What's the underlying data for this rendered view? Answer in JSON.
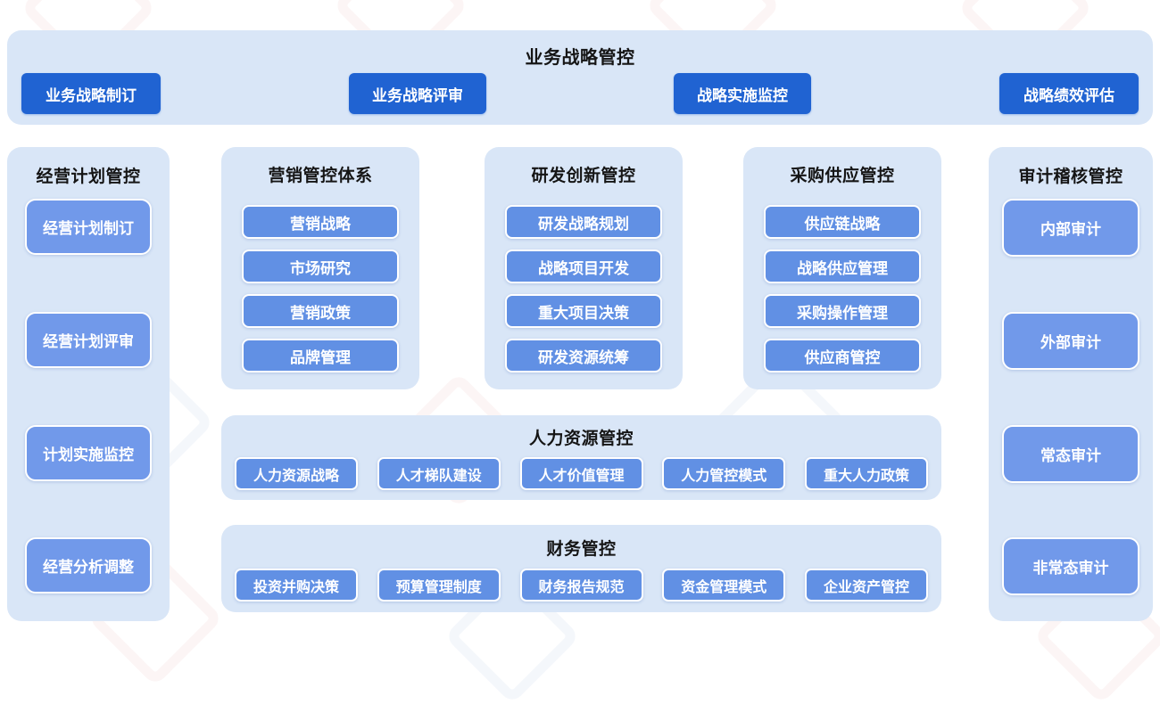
{
  "colors": {
    "panel_bg": "#d9e6f7",
    "dark_button": "#2063d2",
    "medium_button": "#6190e4",
    "light_button": "#7199ea",
    "button_text": "#ffffff",
    "title_text": "#151515",
    "watermark_pink": "#e09a9a",
    "watermark_blue": "#8fb2dc"
  },
  "top_banner": {
    "title": "业务战略管控",
    "buttons": [
      "业务战略制订",
      "业务战略评审",
      "战略实施监控",
      "战略绩效评估"
    ]
  },
  "left_column": {
    "title": "经营计划管控",
    "items": [
      "经营计划制订",
      "经营计划评审",
      "计划实施监控",
      "经营分析调整"
    ]
  },
  "middle_columns": [
    {
      "title": "营销管控体系",
      "items": [
        "营销战略",
        "市场研究",
        "营销政策",
        "品牌管理"
      ]
    },
    {
      "title": "研发创新管控",
      "items": [
        "研发战略规划",
        "战略项目开发",
        "重大项目决策",
        "研发资源统筹"
      ]
    },
    {
      "title": "采购供应管控",
      "items": [
        "供应链战略",
        "战略供应管理",
        "采购操作管理",
        "供应商管控"
      ]
    }
  ],
  "bands": [
    {
      "title": "人力资源管控",
      "items": [
        "人力资源战略",
        "人才梯队建设",
        "人才价值管理",
        "人力管控模式",
        "重大人力政策"
      ]
    },
    {
      "title": "财务管控",
      "items": [
        "投资并购决策",
        "预算管理制度",
        "财务报告规范",
        "资金管理模式",
        "企业资产管控"
      ]
    }
  ],
  "right_column": {
    "title": "审计稽核管控",
    "items": [
      "内部审计",
      "外部审计",
      "常态审计",
      "非常态审计"
    ]
  }
}
